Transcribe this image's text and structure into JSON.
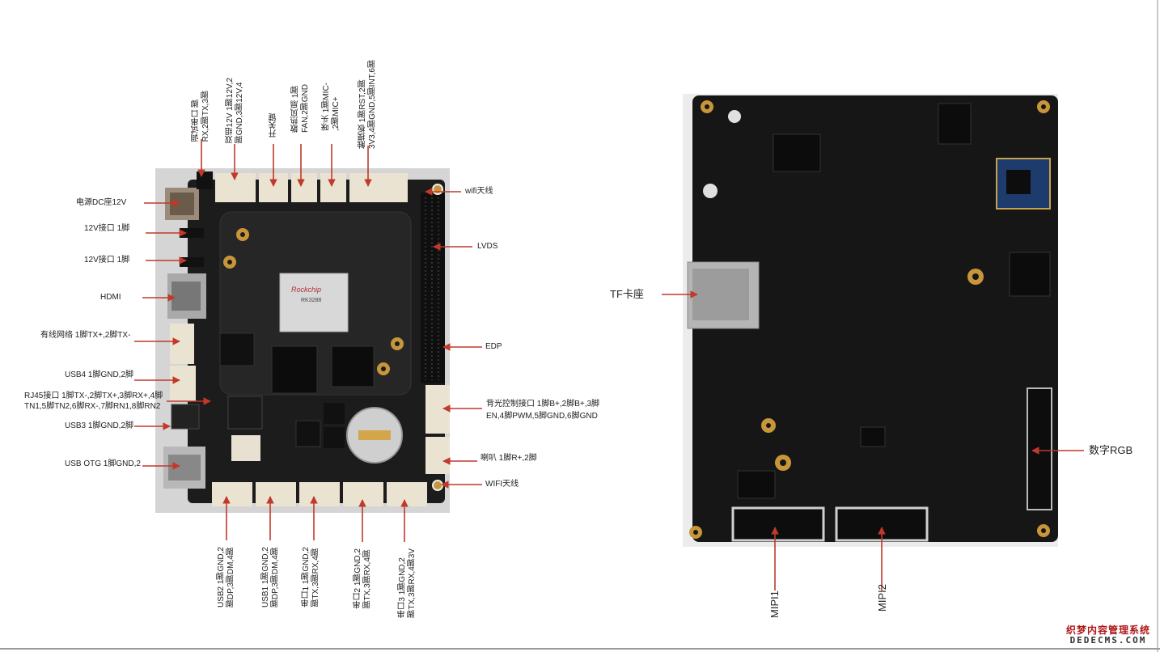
{
  "left_board": {
    "left_labels": {
      "dc": "电源DC座12V",
      "p12v_a": "12V接口 1脚",
      "p12v_b": "12V接口 1脚",
      "hdmi": "HDMI",
      "lan": "有线网络 1脚TX+,2脚TX-",
      "usb4": "USB4 1脚GND,2脚",
      "rj45_l1": "RJ45接口 1脚TX-,2脚TX+,3脚RX+,4脚",
      "rj45_l2": "TN1,5脚TN2,6脚RX-,7脚RN1,8脚RN2",
      "usb3": "USB3 1脚GND,2脚",
      "otg": "USB OTG 1脚GND,2"
    },
    "top_labels": {
      "debug_l1": "调试串口 脚",
      "debug_l2": "RX,2脚TX,3脚",
      "dual12v_l1": "双组12V 1脚12V,2",
      "dual12v_l2": "脚GND,3脚12V,4",
      "power_key": "开关键",
      "fan_l1": "散热风扇 1脚",
      "fan_l2": "FAN,2脚GND",
      "mic_l1": "咪头 1脚MIC-",
      "mic_l2": ",2脚MIC+",
      "touch_l1": "触摸板 1脚RST,2脚",
      "touch_l2": "3V3,4脚GND,5脚INT,6脚"
    },
    "right_labels": {
      "wifi_ant": "wifi天线",
      "lvds": "LVDS",
      "edp": "EDP",
      "backlight_l1": "背光控制接口 1脚B+,2脚B+,3脚",
      "backlight_l2": "EN,4脚PWM,5脚GND,6脚GND",
      "speaker": "喇叭 1脚R+,2脚",
      "wifi_ant2": "WIFI天线"
    },
    "bottom_labels": {
      "usb2_l1": "USB2 1脚GND,2",
      "usb2_l2": "脚DP,3脚DM,4脚",
      "usb1_l1": "USB1 1脚GND,2",
      "usb1_l2": "脚DP,3脚DM,4脚",
      "uart1_l1": "串口1 1脚GND,2",
      "uart1_l2": "脚TX,3脚RX,4脚",
      "uart2_l1": "串口2 1脚GND,2",
      "uart2_l2": "脚TX,3脚RX,4脚",
      "uart3_l1": "串口3 1脚GND,2",
      "uart3_l2": "脚TX,3脚RX,4脚3V"
    },
    "chip_text": {
      "brand": "Rockchip",
      "model": "RK3288"
    }
  },
  "right_board": {
    "tf": "TF卡座",
    "rgb": "数字RGB",
    "mipi1": "MIPI1",
    "mipi2": "MIPI2"
  },
  "watermark": {
    "line1": "织梦内容管理系统",
    "line2": "DEDECMS.COM"
  },
  "colors": {
    "arrow": "#c0392b",
    "board": "#1b1b1b",
    "connector": "#ebe3d2",
    "gold": "#c8963a"
  }
}
